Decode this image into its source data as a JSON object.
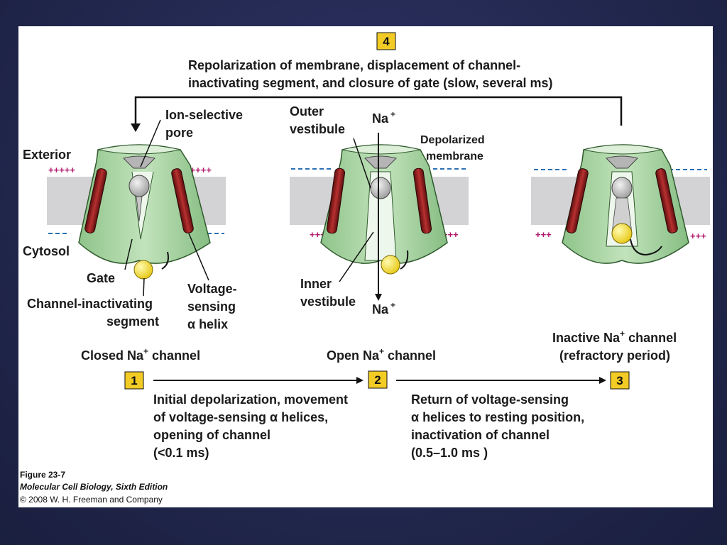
{
  "steps": {
    "s4": {
      "number": "4",
      "line1": "Repolarization of membrane, displacement of channel-",
      "line2": "inactivating segment, and closure of gate (slow, several ms)"
    },
    "s1": {
      "number": "1",
      "line1": "Initial depolarization, movement",
      "line2": "of voltage-sensing α helices,",
      "line3": "opening of channel",
      "line4": "(<0.1 ms)"
    },
    "s2": {
      "number": "2",
      "line1": "Return of voltage-sensing",
      "line2": "α helices to resting position,",
      "line3": "inactivation of channel",
      "line4": "(0.5–1.0 ms )"
    },
    "s3": {
      "number": "3"
    }
  },
  "labels": {
    "ion_selective_1": "Ion-selective",
    "ion_selective_2": "pore",
    "outer_vestibule_1": "Outer",
    "outer_vestibule_2": "vestibule",
    "na_top": "Na",
    "na_bottom": "Na",
    "na_sup": "+",
    "depolarized_1": "Depolarized",
    "depolarized_2": "membrane",
    "exterior": "Exterior",
    "cytosol": "Cytosol",
    "gate": "Gate",
    "inactivating_1": "Channel-inactivating",
    "inactivating_2": "segment",
    "voltage_1": "Voltage-",
    "voltage_2": "sensing",
    "voltage_3": "α helix",
    "inner_vestibule_1": "Inner",
    "inner_vestibule_2": "vestibule",
    "plus_five": "+++++",
    "plus_three": "+++"
  },
  "states": {
    "closed_pre": "Closed Na",
    "closed_post": " channel",
    "open_pre": "Open Na",
    "open_post": " channel",
    "inactive_pre": "Inactive Na",
    "inactive_post": " channel",
    "inactive_line2": "(refractory period)",
    "sup": "+"
  },
  "caption": {
    "figure": "Figure 23-7",
    "book": "Molecular Cell Biology, Sixth Edition",
    "copyright": "© 2008 W. H. Freeman and Company"
  },
  "colors": {
    "channel_green": "#a6d3a0",
    "membrane_gray": "#d3d3d5",
    "plus_magenta": "#b0186a",
    "minus_blue": "#2a6fb5",
    "ball_yellow": "#f5e13a",
    "badge_yellow": "#f2cc25",
    "helix_red": "#8f1d1d"
  }
}
